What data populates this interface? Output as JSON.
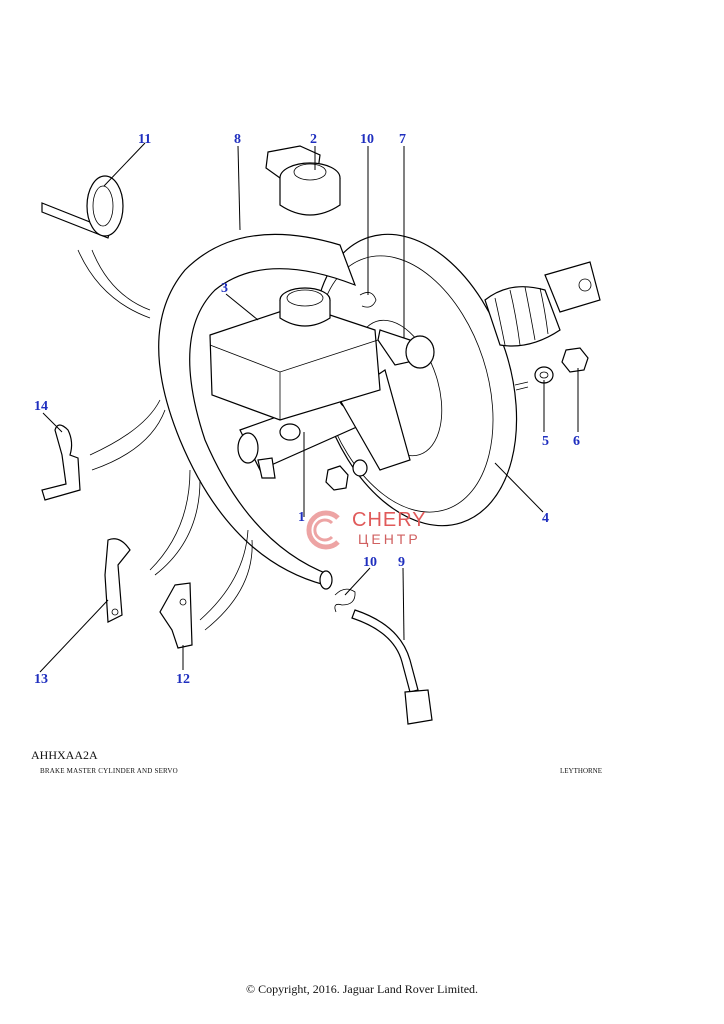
{
  "diagram": {
    "callouts": {
      "c1": "1",
      "c2": "2",
      "c3": "3",
      "c4": "4",
      "c5": "5",
      "c6": "6",
      "c7": "7",
      "c8": "8",
      "c9": "9",
      "c10a": "10",
      "c10b": "10",
      "c11": "11",
      "c12": "12",
      "c13": "13",
      "c14": "14"
    },
    "callout_color": "#1f2fbf"
  },
  "footer": {
    "code": "AHHXAA2A",
    "caption": "BRAKE MASTER CYLINDER AND SERVO",
    "plant": "LEYTHORNE",
    "copyright": "© Copyright, 2016. Jaguar Land Rover Limited."
  },
  "watermark": {
    "line1": "CHERY",
    "line2": "ЦЕНТР",
    "color": "#e05a5a"
  }
}
